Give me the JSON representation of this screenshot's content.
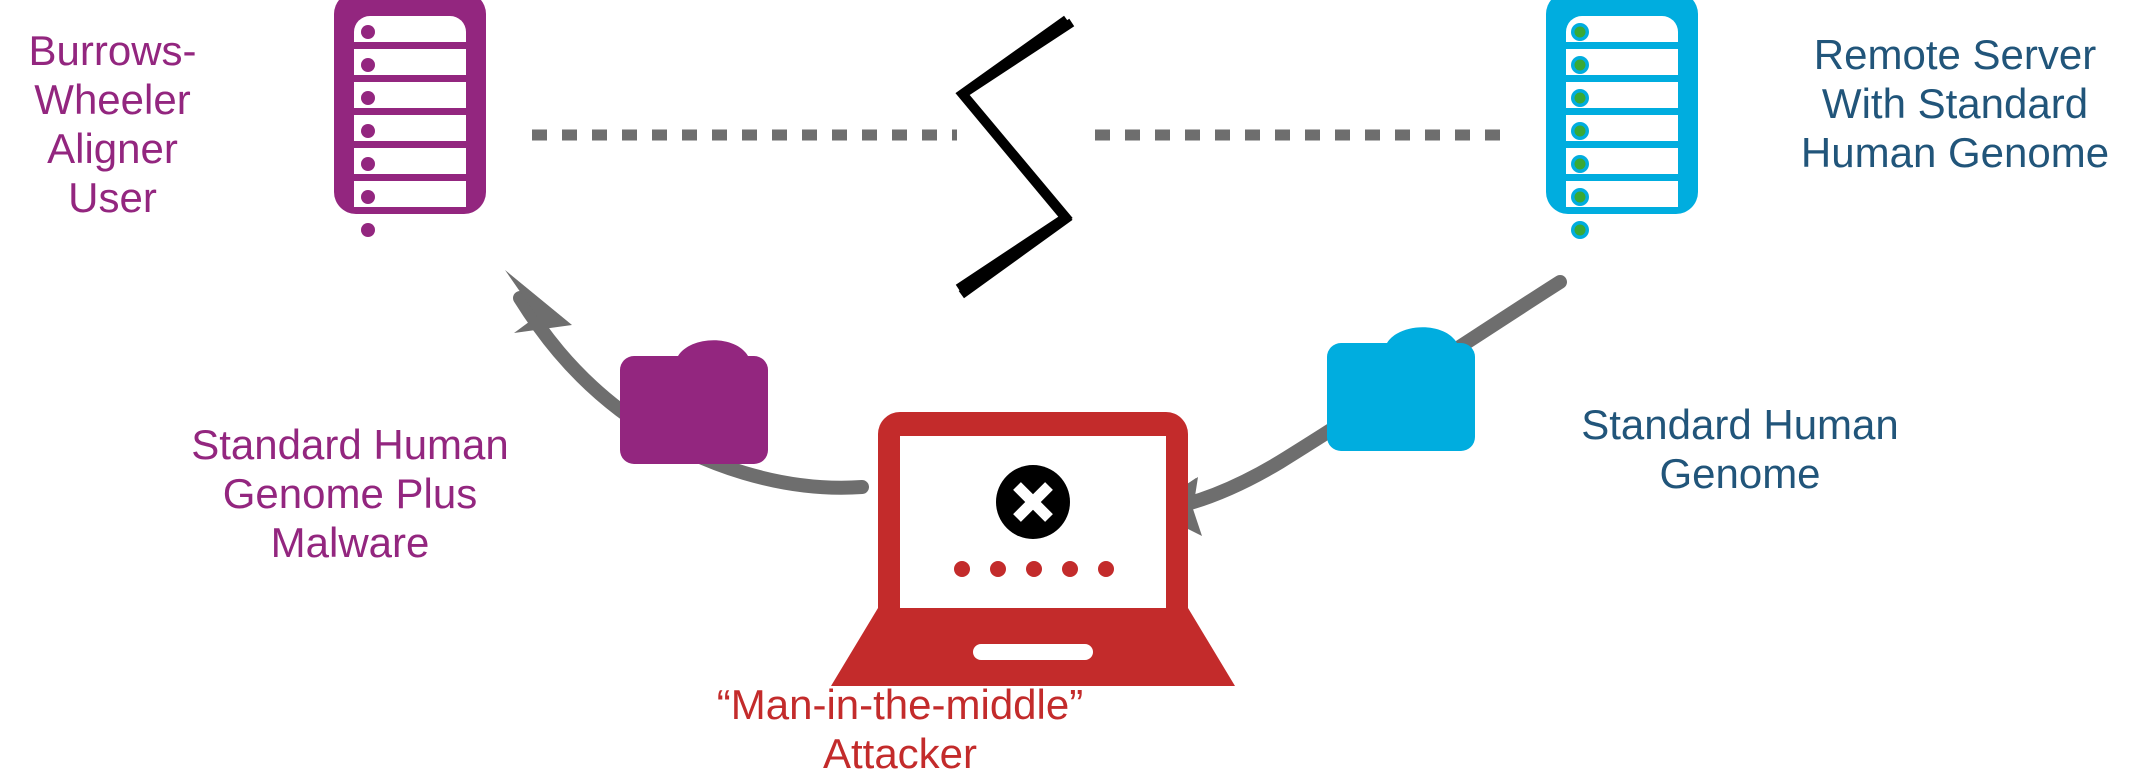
{
  "diagram": {
    "title": "Man-in-the-middle attack on genome alignment workflow",
    "colors": {
      "purple": "#93267f",
      "cyan": "#00addf",
      "teal_text": "#21557a",
      "red": "#c32b2b",
      "gray_arrow": "#6e6e6e",
      "dash_gray": "#6e6e6e",
      "black": "#000000",
      "green_dot": "#39a935",
      "white": "#ffffff"
    },
    "nodes": {
      "user_server": {
        "label": "Burrows-\nWheeler\nAligner User",
        "icon": "server-rack-icon",
        "color": "#93267f",
        "slots": 7
      },
      "remote_server": {
        "label": "Remote Server\nWith Standard\nHuman Genome",
        "icon": "server-rack-icon",
        "color": "#00addf",
        "slots": 7
      },
      "attacker": {
        "label": "“Man-in-the-middle”\nAttacker",
        "icon": "laptop-error-icon",
        "color": "#c32b2b",
        "screen_badge": "x-circle-icon",
        "screen_dot_count": 5
      }
    },
    "payloads": {
      "tampered": {
        "label": "Standard Human\nGenome Plus\nMalware",
        "icon": "briefcase-icon",
        "color": "#93267f"
      },
      "clean": {
        "label": "Standard Human\nGenome",
        "icon": "briefcase-icon",
        "color": "#00addf"
      }
    },
    "connections": {
      "direct_link": {
        "style": "dashed",
        "state": "broken",
        "break_symbol": "zigzag-break-icon"
      },
      "server_to_attacker": {
        "style": "curved-arrow",
        "direction": "right-to-left"
      },
      "attacker_to_user": {
        "style": "curved-arrow",
        "direction": "right-to-left-up"
      }
    }
  }
}
